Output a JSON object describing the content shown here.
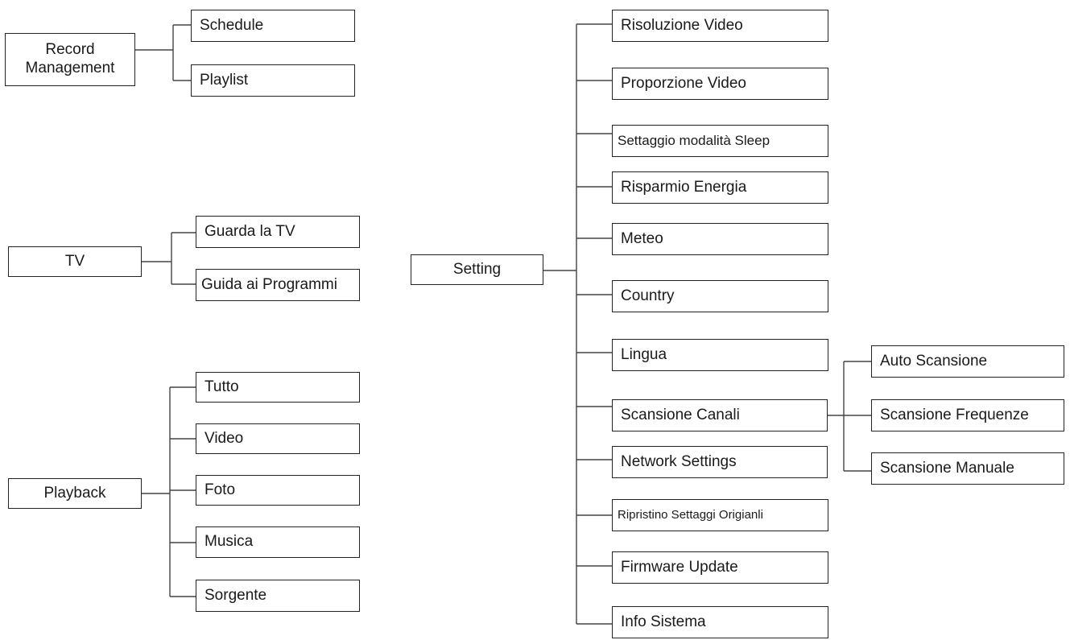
{
  "diagram": {
    "record": {
      "root": "Record\nManagement",
      "children": [
        "Schedule",
        "Playlist"
      ]
    },
    "tv": {
      "root": "TV",
      "children": [
        "Guarda la TV",
        "Guida ai Programmi"
      ]
    },
    "playback": {
      "root": "Playback",
      "children": [
        "Tutto",
        "Video",
        "Foto",
        "Musica",
        "Sorgente"
      ]
    },
    "setting": {
      "root": "Setting",
      "children": [
        "Risoluzione Video",
        "Proporzione Video",
        "Settaggio modalità Sleep",
        "Risparmio Energia",
        "Meteo",
        "Country",
        "Lingua",
        "Scansione Canali",
        "Network Settings",
        "Ripristino Settaggi Origianli",
        "Firmware Update",
        "Info Sistema"
      ]
    },
    "scansione": {
      "children": [
        "Auto Scansione",
        "Scansione Frequenze",
        "Scansione Manuale"
      ]
    }
  }
}
